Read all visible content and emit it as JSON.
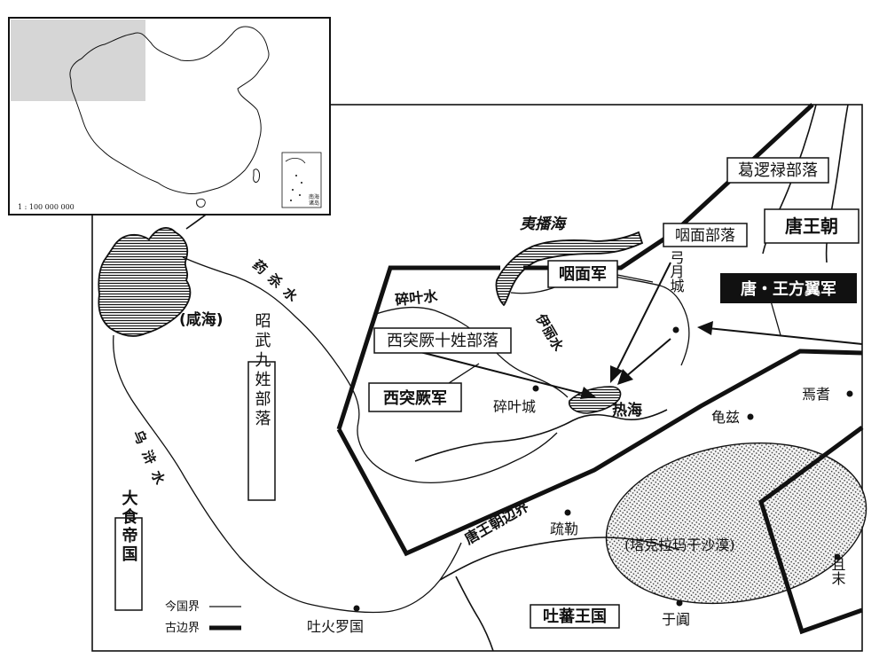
{
  "inset": {
    "scale": "1 : 100 000 000",
    "islands_note_line1": "南海",
    "islands_note_line2": "诸岛"
  },
  "regions": {
    "tang": "唐王朝",
    "dashi": "大食帝国",
    "tubo": "吐蕃王国",
    "zhaowu": "昭武九姓部落"
  },
  "forces": {
    "tang_army": "唐・王方翼军",
    "xituque_army": "西突厥军",
    "yanmian_army": "咽面军"
  },
  "tribes": {
    "geluolu": "葛逻禄部落",
    "yanmian": "咽面部落",
    "xituque_ten": "西突厥十姓部落"
  },
  "waters": {
    "yibo": "夷播海",
    "xianhai": "(咸海)",
    "rehai": "热海",
    "suiye_river": "碎叶水",
    "yili_river": "伊丽水",
    "yaosha_river": "药杀水",
    "wuhu_river": "乌浒水"
  },
  "places": {
    "suiye_city": "碎叶城",
    "gongyue_city": "弓月城",
    "yanqi": "焉耆",
    "qiuci": "龟兹",
    "shule": "疏勒",
    "yutian": "于阗",
    "qiemo": "且末",
    "tuhuoluo": "吐火罗国"
  },
  "desert": "(塔克拉玛干沙漠)",
  "tang_border": "唐王朝边界",
  "legend": {
    "modern": "今国界",
    "ancient": "古边界"
  }
}
